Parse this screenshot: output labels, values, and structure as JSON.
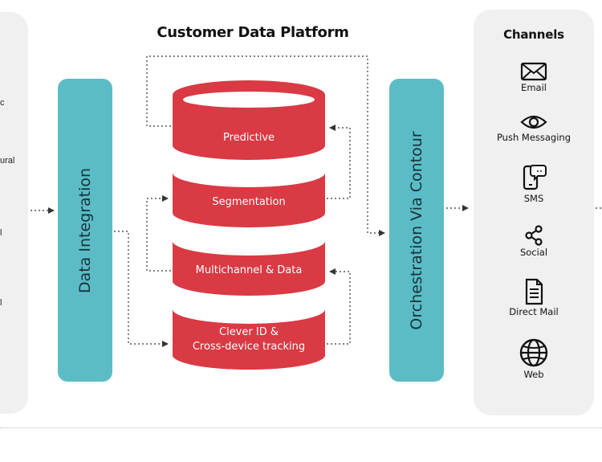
{
  "left_panel": {
    "fragments": [
      "c",
      "ural",
      "l",
      "l"
    ]
  },
  "platform": {
    "title": "Customer Data Platform",
    "segments": [
      "Predictive",
      "Segmentation",
      "Multichannel & Data"
    ],
    "bottom_segment": [
      "Clever ID &",
      "Cross-device tracking"
    ]
  },
  "data_integration": {
    "label": "Data Integration"
  },
  "orchestration": {
    "label": "Orchestration Via Contour"
  },
  "channels": {
    "title": "Channels",
    "items": [
      {
        "label": "Email",
        "icon": "email-icon"
      },
      {
        "label": "Push Messaging",
        "icon": "eye-icon"
      },
      {
        "label": "SMS",
        "icon": "sms-icon"
      },
      {
        "label": "Social",
        "icon": "share-icon"
      },
      {
        "label": "Direct Mail",
        "icon": "document-icon"
      },
      {
        "label": "Web",
        "icon": "globe-icon"
      }
    ]
  },
  "colors": {
    "cylinder": "#d93a44",
    "cylinder_dark": "#c42f3a",
    "teal": "#5cbcc6",
    "panel": "#f0f0f0"
  }
}
